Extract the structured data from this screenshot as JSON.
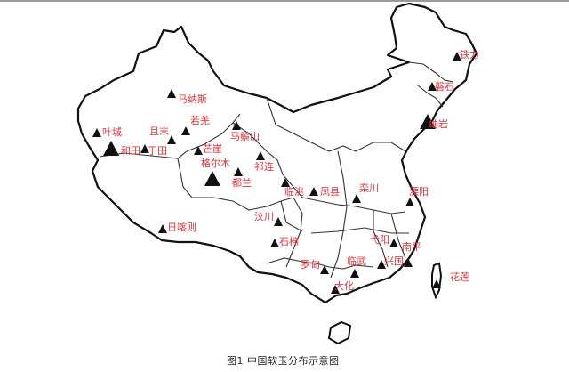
{
  "figure": {
    "caption": "图1 中国软玉分布示意图"
  },
  "colors": {
    "label": "#d9343a",
    "marker": "#111111",
    "border": "#111111",
    "province_line": "#333333"
  },
  "sites": [
    {
      "id": "yecheng",
      "label": "叶城",
      "size": "small"
    },
    {
      "id": "hetian",
      "label": "和田",
      "size": "large"
    },
    {
      "id": "yutian",
      "label": "于田",
      "size": "small"
    },
    {
      "id": "qiemo",
      "label": "且末",
      "size": "small"
    },
    {
      "id": "ruoqiang",
      "label": "若羌",
      "size": "small"
    },
    {
      "id": "manasi",
      "label": "马纳斯",
      "size": "small"
    },
    {
      "id": "mangya",
      "label": "芒崖",
      "size": "small"
    },
    {
      "id": "geermu",
      "label": "格尔木",
      "size": "large"
    },
    {
      "id": "mazongshan",
      "label": "马鬃山",
      "size": "small"
    },
    {
      "id": "qilian",
      "label": "祁连",
      "size": "small"
    },
    {
      "id": "dulan",
      "label": "都兰",
      "size": "small"
    },
    {
      "id": "lintao",
      "label": "临洮",
      "size": "small"
    },
    {
      "id": "fengxian",
      "label": "凤县",
      "size": "small"
    },
    {
      "id": "luanchuan",
      "label": "栾川",
      "size": "small"
    },
    {
      "id": "liyang",
      "label": "溧阳",
      "size": "small"
    },
    {
      "id": "wenchuan",
      "label": "汶川",
      "size": "small"
    },
    {
      "id": "shimian",
      "label": "石棉",
      "size": "small"
    },
    {
      "id": "rikaze",
      "label": "日喀则",
      "size": "small"
    },
    {
      "id": "luodian",
      "label": "罗甸",
      "size": "small"
    },
    {
      "id": "linwu",
      "label": "临武",
      "size": "small"
    },
    {
      "id": "dahua",
      "label": "大化",
      "size": "small"
    },
    {
      "id": "yiyang",
      "label": "弋阳",
      "size": "small"
    },
    {
      "id": "xingguo",
      "label": "兴国",
      "size": "small"
    },
    {
      "id": "nanping",
      "label": "南平",
      "size": "small"
    },
    {
      "id": "hualian",
      "label": "花莲",
      "size": "small"
    },
    {
      "id": "tieli",
      "label": "铁力",
      "size": "small"
    },
    {
      "id": "panshi",
      "label": "磐石",
      "size": "small"
    },
    {
      "id": "xiuyan",
      "label": "岫岩",
      "size": "large"
    }
  ]
}
